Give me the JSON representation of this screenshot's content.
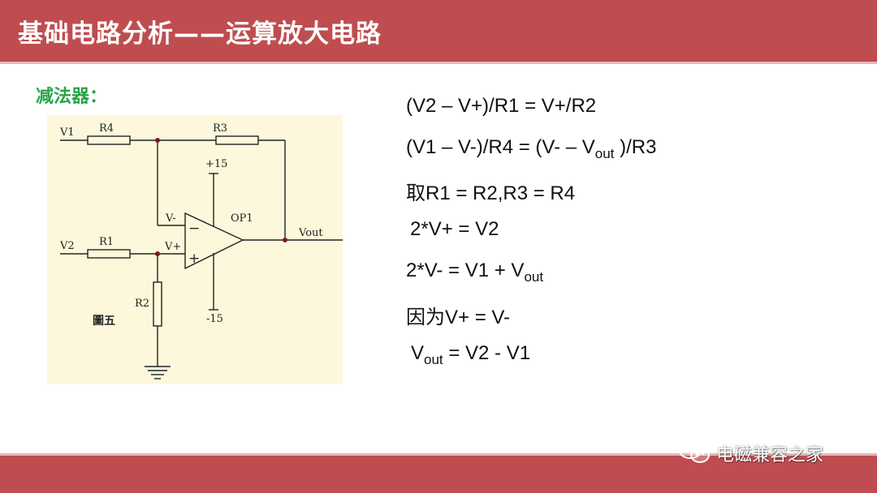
{
  "header": {
    "title": "基础电路分析——运算放大电路"
  },
  "section": {
    "label": "减法器："
  },
  "circuit": {
    "labels": {
      "v1": "V1",
      "v2": "V2",
      "r4": "R4",
      "r3": "R3",
      "r1": "R1",
      "r2": "R2",
      "plus15": "+15",
      "minus15": "-15",
      "op1": "OP1",
      "vout": "Vout",
      "v_minus": "V-",
      "v_plus": "V+",
      "minus_sign": "−",
      "plus_sign": "+",
      "figure": "圖五"
    }
  },
  "equations": {
    "eq1": "(V2 – V+)/R1 = V+/R2",
    "eq2_a": "(V1 – V-)/R4 = (V- – V",
    "eq2_sub": "out",
    "eq2_b": " )/R3",
    "eq3": "取R1 = R2,R3 = R4",
    "eq4": "2*V+ = V2",
    "eq5_a": "2*V- = V1 + V",
    "eq5_sub": "out",
    "eq6": "因为V+ = V-",
    "eq7_a": "V",
    "eq7_sub": "out",
    "eq7_b": " = V2 - V1"
  },
  "footer": {
    "watermark": "电磁兼容之家",
    "watermark_icon": "wechat-icon"
  },
  "colors": {
    "header_bg": "#bf4d4f",
    "section_label": "#2aa44a",
    "circuit_bg": "#fdf8dc",
    "node_dot": "#7a1a1a"
  }
}
